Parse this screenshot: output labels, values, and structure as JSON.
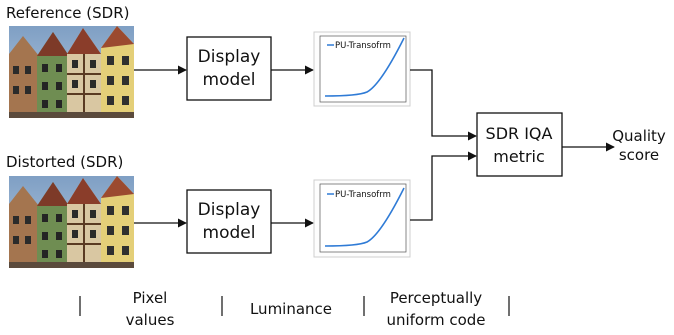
{
  "images": {
    "reference_caption": "Reference (SDR)",
    "distorted_caption": "Distorted (SDR)"
  },
  "display_model": {
    "line1": "Display",
    "line2": "model"
  },
  "pu_plot": {
    "legend": "PU-Transofrm",
    "line_color": "#2f7bd6"
  },
  "iqa": {
    "line1": "SDR IQA",
    "line2": "metric"
  },
  "output": {
    "line1": "Quality",
    "line2": "score"
  },
  "footer": {
    "pixel_values": [
      "Pixel",
      "values"
    ],
    "luminance": "Luminance",
    "perceptual": [
      "Perceptually",
      "uniform code"
    ]
  }
}
